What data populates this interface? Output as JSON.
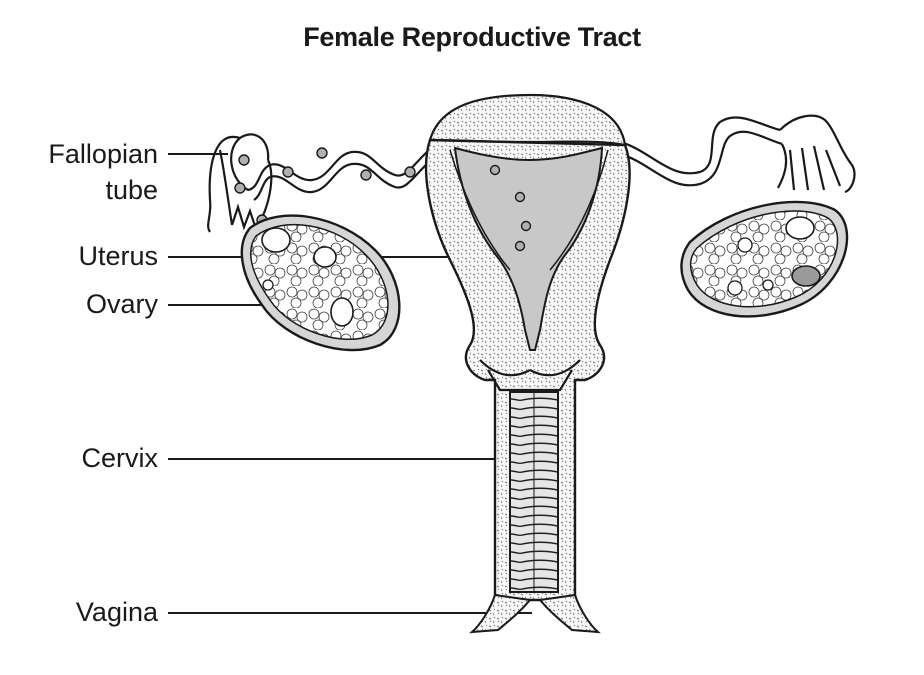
{
  "title": "Female Reproductive Tract",
  "labels": {
    "fallopian_line1": "Fallopian",
    "fallopian_line2": "tube",
    "uterus": "Uterus",
    "ovary": "Ovary",
    "cervix": "Cervix",
    "vagina": "Vagina"
  },
  "colors": {
    "line": "#1a1a1a",
    "fill_gray": "#c8c8c8",
    "fill_light": "#f4f4f4",
    "background": "#ffffff"
  }
}
